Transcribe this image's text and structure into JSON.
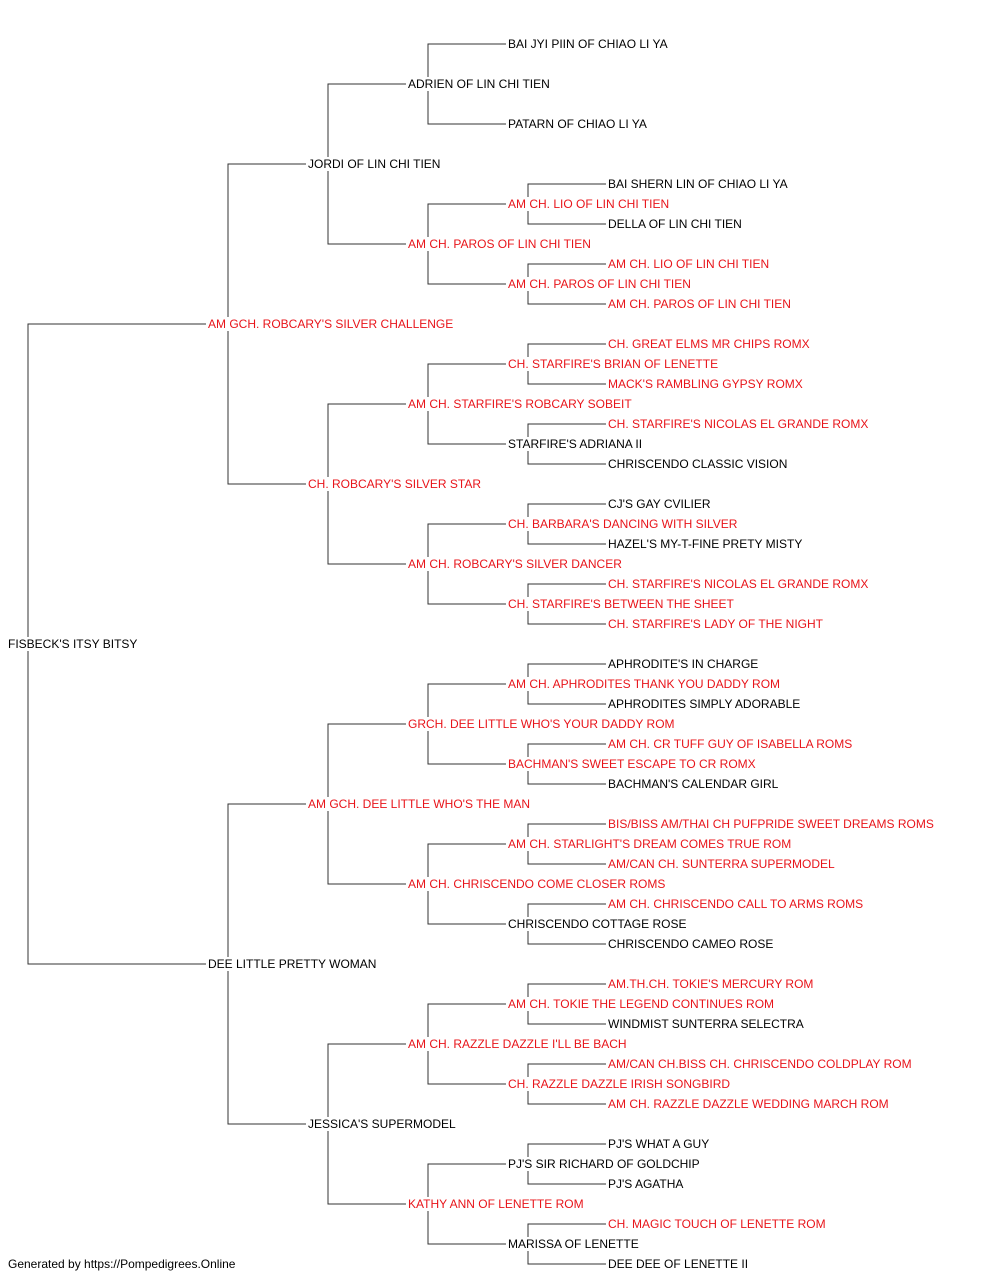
{
  "colors": {
    "champion": "#e8141a",
    "normal": "#000000",
    "line": "#333333"
  },
  "footer": "Generated by https://Pompedigrees.Online",
  "pedigree": {
    "name": "FISBECK'S ITSY BITSY",
    "champion": false,
    "sire": {
      "name": "AM GCH. ROBCARY'S SILVER CHALLENGE",
      "champion": true,
      "sire": {
        "name": "JORDI OF LIN CHI TIEN",
        "champion": false,
        "sire": {
          "name": "ADRIEN OF LIN CHI TIEN",
          "champion": false,
          "sire": {
            "name": "BAI JYI PIIN OF CHIAO LI YA",
            "champion": false
          },
          "dam": {
            "name": "PATARN OF CHIAO LI YA",
            "champion": false
          }
        },
        "dam": {
          "name": "AM CH. PAROS OF LIN CHI TIEN",
          "champion": true,
          "sire": {
            "name": "AM CH. LIO OF LIN CHI TIEN",
            "champion": true,
            "sire": {
              "name": "BAI SHERN LIN OF CHIAO LI YA",
              "champion": false
            },
            "dam": {
              "name": "DELLA OF LIN CHI TIEN",
              "champion": false
            }
          },
          "dam": {
            "name": "AM CH. PAROS OF LIN CHI TIEN",
            "champion": true,
            "sire": {
              "name": "AM CH. LIO OF LIN CHI TIEN",
              "champion": true
            },
            "dam": {
              "name": "AM CH. PAROS OF LIN CHI TIEN",
              "champion": true
            }
          }
        }
      },
      "dam": {
        "name": "CH. ROBCARY'S SILVER STAR",
        "champion": true,
        "sire": {
          "name": "AM CH. STARFIRE'S ROBCARY SOBEIT",
          "champion": true,
          "sire": {
            "name": "CH. STARFIRE'S BRIAN OF LENETTE",
            "champion": true,
            "sire": {
              "name": "CH. GREAT ELMS MR CHIPS ROMX",
              "champion": true
            },
            "dam": {
              "name": "MACK'S RAMBLING GYPSY ROMX",
              "champion": true
            }
          },
          "dam": {
            "name": "STARFIRE'S ADRIANA II",
            "champion": false,
            "sire": {
              "name": "CH. STARFIRE'S NICOLAS EL GRANDE ROMX",
              "champion": true
            },
            "dam": {
              "name": "CHRISCENDO CLASSIC VISION",
              "champion": false
            }
          }
        },
        "dam": {
          "name": "AM CH. ROBCARY'S SILVER DANCER",
          "champion": true,
          "sire": {
            "name": "CH. BARBARA'S DANCING WITH SILVER",
            "champion": true,
            "sire": {
              "name": "CJ'S GAY CVILIER",
              "champion": false
            },
            "dam": {
              "name": "HAZEL'S MY-T-FINE PRETY MISTY",
              "champion": false
            }
          },
          "dam": {
            "name": "CH. STARFIRE'S BETWEEN THE SHEET",
            "champion": true,
            "sire": {
              "name": "CH. STARFIRE'S NICOLAS EL GRANDE ROMX",
              "champion": true
            },
            "dam": {
              "name": "CH. STARFIRE'S LADY OF THE NIGHT",
              "champion": true
            }
          }
        }
      }
    },
    "dam": {
      "name": "DEE LITTLE PRETTY WOMAN",
      "champion": false,
      "sire": {
        "name": "AM GCH. DEE LITTLE WHO'S THE MAN",
        "champion": true,
        "sire": {
          "name": "GRCH. DEE LITTLE WHO'S YOUR DADDY ROM",
          "champion": true,
          "sire": {
            "name": "AM CH. APHRODITES THANK YOU DADDY ROM",
            "champion": true,
            "sire": {
              "name": "APHRODITE'S IN CHARGE",
              "champion": false
            },
            "dam": {
              "name": "APHRODITES SIMPLY ADORABLE",
              "champion": false
            }
          },
          "dam": {
            "name": "BACHMAN'S SWEET ESCAPE TO CR ROMX",
            "champion": true,
            "sire": {
              "name": "AM CH. CR TUFF GUY OF ISABELLA ROMS",
              "champion": true
            },
            "dam": {
              "name": "BACHMAN'S CALENDAR GIRL",
              "champion": false
            }
          }
        },
        "dam": {
          "name": "AM CH. CHRISCENDO COME CLOSER ROMS",
          "champion": true,
          "sire": {
            "name": "AM CH. STARLIGHT'S DREAM COMES TRUE ROM",
            "champion": true,
            "sire": {
              "name": "BIS/BISS AM/THAI CH PUFPRIDE SWEET DREAMS ROMS",
              "champion": true
            },
            "dam": {
              "name": "AM/CAN CH. SUNTERRA SUPERMODEL",
              "champion": true
            }
          },
          "dam": {
            "name": "CHRISCENDO COTTAGE ROSE",
            "champion": false,
            "sire": {
              "name": "AM CH. CHRISCENDO CALL TO ARMS ROMS",
              "champion": true
            },
            "dam": {
              "name": "CHRISCENDO CAMEO ROSE",
              "champion": false
            }
          }
        }
      },
      "dam": {
        "name": "JESSICA'S SUPERMODEL",
        "champion": false,
        "sire": {
          "name": "AM CH. RAZZLE DAZZLE I'LL BE BACH",
          "champion": true,
          "sire": {
            "name": "AM CH. TOKIE THE LEGEND CONTINUES ROM",
            "champion": true,
            "sire": {
              "name": "AM.TH.CH. TOKIE'S MERCURY ROM",
              "champion": true
            },
            "dam": {
              "name": "WINDMIST SUNTERRA SELECTRA",
              "champion": false
            }
          },
          "dam": {
            "name": "CH. RAZZLE DAZZLE IRISH SONGBIRD",
            "champion": true,
            "sire": {
              "name": "AM/CAN CH.BISS CH. CHRISCENDO COLDPLAY ROM",
              "champion": true
            },
            "dam": {
              "name": "AM CH. RAZZLE DAZZLE WEDDING MARCH ROM",
              "champion": true
            }
          }
        },
        "dam": {
          "name": "KATHY ANN OF LENETTE ROM",
          "champion": true,
          "sire": {
            "name": "PJ'S SIR RICHARD OF GOLDCHIP",
            "champion": false,
            "sire": {
              "name": "PJ'S WHAT A GUY",
              "champion": false
            },
            "dam": {
              "name": "PJ'S AGATHA",
              "champion": false
            }
          },
          "dam": {
            "name": "MARISSA OF LENETTE",
            "champion": false,
            "sire": {
              "name": "CH. MAGIC TOUCH OF LENETTE ROM",
              "champion": true
            },
            "dam": {
              "name": "DEE DEE OF LENETTE II",
              "champion": false
            }
          }
        }
      }
    }
  }
}
